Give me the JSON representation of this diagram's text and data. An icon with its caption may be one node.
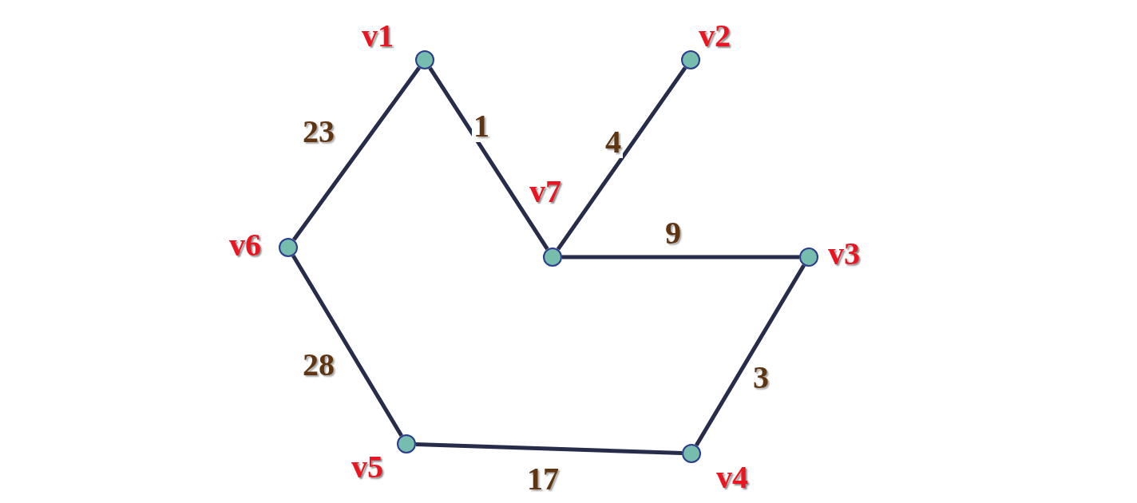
{
  "diagram": {
    "nodes": [
      {
        "text": [],
        "shape": "circle",
        "beside": [
          "v1"
        ]
      },
      {
        "text": [],
        "shape": "circle",
        "beside": [
          "v2"
        ]
      },
      {
        "text": [],
        "shape": "circle",
        "beside": [
          "v3"
        ]
      },
      {
        "text": [],
        "shape": "circle",
        "beside": [
          "v4"
        ]
      },
      {
        "text": [],
        "shape": "circle",
        "beside": [
          "v5"
        ]
      },
      {
        "text": [],
        "shape": "circle",
        "beside": [
          "v6"
        ]
      },
      {
        "text": [],
        "shape": "circle",
        "beside": [
          "v7"
        ]
      }
    ],
    "edges": [
      {
        "from": 0,
        "to": 5,
        "arrow": "none",
        "label": "23"
      },
      {
        "from": 0,
        "to": 6,
        "arrow": "none",
        "label": "1"
      },
      {
        "from": 1,
        "to": 6,
        "arrow": "none",
        "label": "4"
      },
      {
        "from": 6,
        "to": 2,
        "arrow": "none",
        "label": "9"
      },
      {
        "from": 2,
        "to": 3,
        "arrow": "none",
        "label": "3"
      },
      {
        "from": 4,
        "to": 3,
        "arrow": "none",
        "label": "17"
      },
      {
        "from": 5,
        "to": 4,
        "arrow": "none",
        "label": "28"
      }
    ]
  }
}
